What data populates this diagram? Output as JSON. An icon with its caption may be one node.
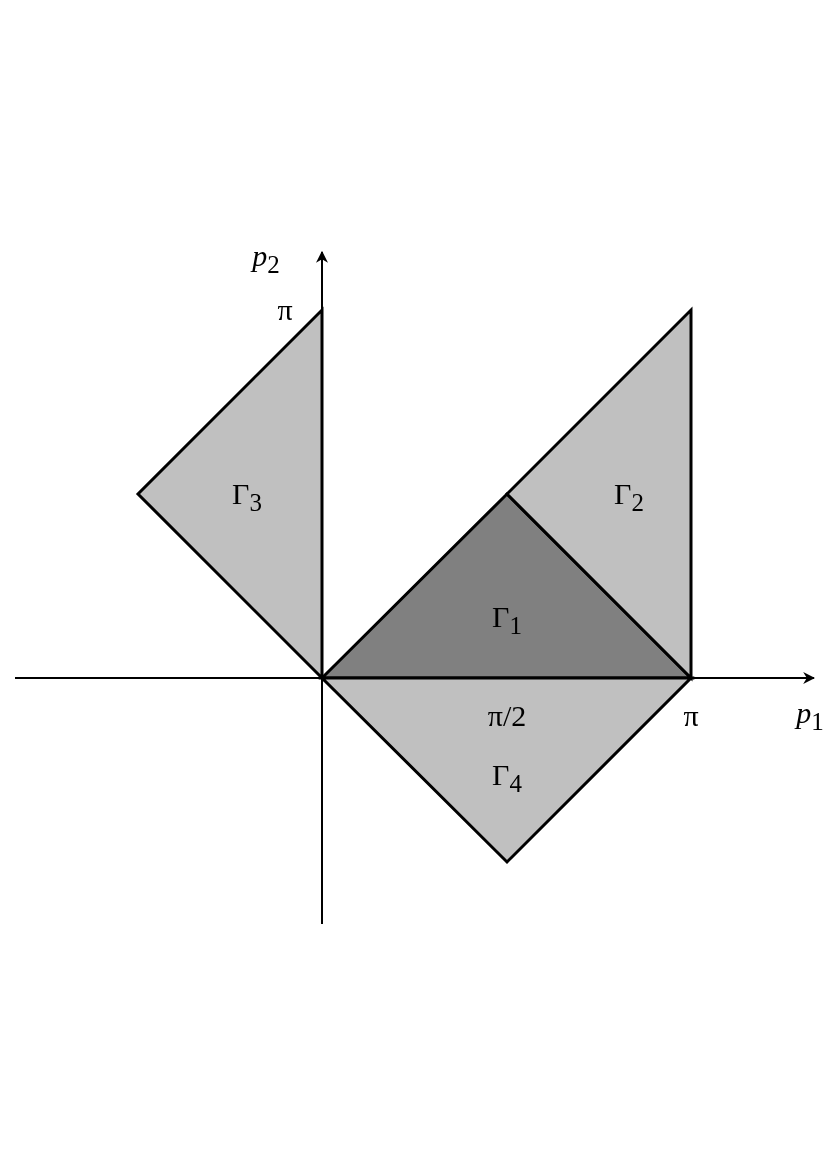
{
  "diagram": {
    "nodes": [
      {
        "text": [
          "Γ$_{1}$"
        ]
      },
      {
        "text": [
          "Γ$_{2}$"
        ]
      },
      {
        "text": [
          "Γ$_{3}$"
        ]
      },
      {
        "text": [
          "Γ$_{4}$"
        ]
      }
    ],
    "labels": [
      "*p*$_{2}$",
      "π",
      "π/2",
      "π",
      "*p*$_{1}$"
    ]
  }
}
